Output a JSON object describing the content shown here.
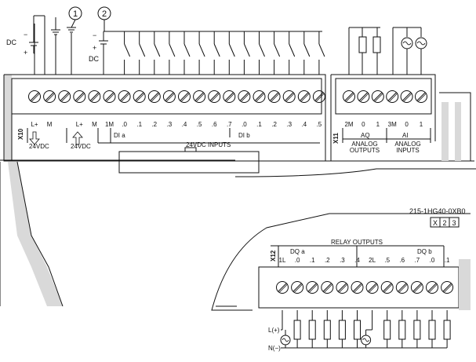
{
  "callouts": [
    "1",
    "2"
  ],
  "power_top": {
    "dc_label_left": "DC",
    "dc_label_right": "DC",
    "minus": "−",
    "plus": "+"
  },
  "x10": {
    "tag": "X10",
    "terminal_labels": [
      "L+",
      "M",
      "",
      "L+",
      "M",
      "1M",
      ".0",
      ".1",
      ".2",
      ".3",
      ".4",
      ".5",
      ".6",
      ".7",
      ".0",
      ".1",
      ".2",
      ".3",
      ".4",
      ".5"
    ],
    "supply_out_label": "24VDC",
    "supply_in_label": "24VDC",
    "group_dia": "DI a",
    "group_dib": "DI b",
    "inputs_caption": "24VDC INPUTS"
  },
  "x11": {
    "tag": "X11",
    "terminal_labels": [
      "2M",
      "0",
      "1",
      "3M",
      "0",
      "1"
    ],
    "aq_label": "AQ",
    "ai_label": "AI",
    "analog_outputs_caption": [
      "ANALOG",
      "OUTPUTS"
    ],
    "analog_inputs_caption": [
      "ANALOG",
      "INPUTS"
    ]
  },
  "x12": {
    "tag": "X12",
    "part_number": "215-1HG40-0XB0",
    "version_boxes": [
      "X",
      "2",
      "3"
    ],
    "relay_caption": "RELAY OUTPUTS",
    "group_dqa": "DQ a",
    "group_dqb": "DQ b",
    "terminal_labels": [
      "1L",
      ".0",
      ".1",
      ".2",
      ".3",
      ".4",
      "2L",
      ".5",
      ".6",
      ".7",
      ".0",
      ".1"
    ],
    "line_label": "L(+)",
    "neutral_label": "N(−)"
  }
}
